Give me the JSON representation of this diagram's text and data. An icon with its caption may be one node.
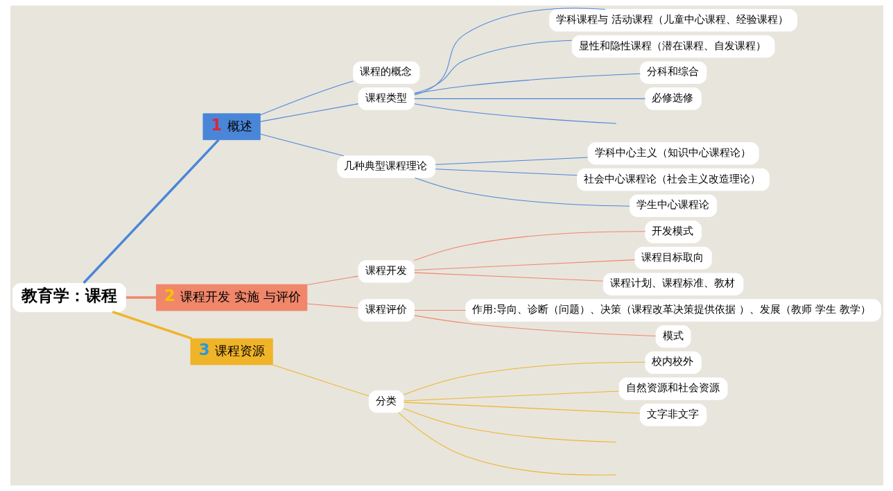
{
  "diagram": {
    "nodes": [
      {
        "text": [
          "教育学：课程"
        ]
      },
      {
        "text": [
          "1",
          "概述"
        ]
      },
      {
        "text": [
          "课程的概念"
        ]
      },
      {
        "text": [
          "课程类型"
        ]
      },
      {
        "text": [
          "学科课程与 活动课程（儿童中心课程、经验课程）"
        ]
      },
      {
        "text": [
          "显性和隐性课程（潜在课程、自发课程）"
        ]
      },
      {
        "text": [
          "分科和综合"
        ]
      },
      {
        "text": [
          "必修选修"
        ]
      },
      {
        "text": [
          "几种典型课程理论"
        ]
      },
      {
        "text": [
          "学科中心主义（知识中心课程论）"
        ]
      },
      {
        "text": [
          "社会中心课程论（社会主义改造理论）"
        ]
      },
      {
        "text": [
          "学生中心课程论"
        ]
      },
      {
        "text": [
          "2",
          "课程开发 实施 与评价"
        ]
      },
      {
        "text": [
          "课程开发"
        ]
      },
      {
        "text": [
          "开发模式"
        ]
      },
      {
        "text": [
          "课程目标取向"
        ]
      },
      {
        "text": [
          "课程计划、课程标准、教材"
        ]
      },
      {
        "text": [
          "课程评价"
        ]
      },
      {
        "text": [
          "作用:导向、诊断（问题）、决策（课程改革决策提供依据 ）、发展（教师 学生 教学）"
        ]
      },
      {
        "text": [
          "模式"
        ]
      },
      {
        "text": [
          "3",
          "课程资源"
        ]
      },
      {
        "text": [
          "分类"
        ]
      },
      {
        "text": [
          "校内校外"
        ]
      },
      {
        "text": [
          "自然资源和社会资源"
        ]
      },
      {
        "text": [
          "文字非文字"
        ]
      }
    ],
    "edges": [
      {
        "from": 0,
        "to": 1,
        "arrow": "none",
        "style": "thick",
        "color": "#4a86d8"
      },
      {
        "from": 1,
        "to": 2,
        "arrow": "none",
        "color": "#4a86d8"
      },
      {
        "from": 1,
        "to": 3,
        "arrow": "none",
        "color": "#4a86d8"
      },
      {
        "from": 3,
        "to": 4,
        "arrow": "none",
        "color": "#4a86d8"
      },
      {
        "from": 3,
        "to": 5,
        "arrow": "none",
        "color": "#4a86d8"
      },
      {
        "from": 3,
        "to": 6,
        "arrow": "none",
        "color": "#4a86d8"
      },
      {
        "from": 3,
        "to": 7,
        "arrow": "none",
        "color": "#4a86d8"
      },
      {
        "from": 3,
        "to": null,
        "arrow": "none",
        "color": "#4a86d8"
      },
      {
        "from": 1,
        "to": 8,
        "arrow": "none",
        "color": "#4a86d8"
      },
      {
        "from": 8,
        "to": 9,
        "arrow": "none",
        "color": "#4a86d8"
      },
      {
        "from": 8,
        "to": 10,
        "arrow": "none",
        "color": "#4a86d8"
      },
      {
        "from": 8,
        "to": 11,
        "arrow": "none",
        "color": "#4a86d8"
      },
      {
        "from": 0,
        "to": 12,
        "arrow": "none",
        "style": "thick",
        "color": "#f0866a"
      },
      {
        "from": 12,
        "to": 13,
        "arrow": "none",
        "color": "#f0866a"
      },
      {
        "from": 13,
        "to": 14,
        "arrow": "none",
        "color": "#f0866a"
      },
      {
        "from": 13,
        "to": 15,
        "arrow": "none",
        "color": "#f0866a"
      },
      {
        "from": 13,
        "to": 16,
        "arrow": "none",
        "color": "#f0866a"
      },
      {
        "from": 12,
        "to": 17,
        "arrow": "none",
        "color": "#f0866a"
      },
      {
        "from": 17,
        "to": 18,
        "arrow": "none",
        "color": "#f0866a"
      },
      {
        "from": 17,
        "to": 19,
        "arrow": "none",
        "color": "#f0866a"
      },
      {
        "from": 0,
        "to": 20,
        "arrow": "none",
        "style": "thick",
        "color": "#f0b429"
      },
      {
        "from": 20,
        "to": 21,
        "arrow": "none",
        "color": "#f0b429"
      },
      {
        "from": 21,
        "to": 22,
        "arrow": "none",
        "color": "#f0b429"
      },
      {
        "from": 21,
        "to": 23,
        "arrow": "none",
        "color": "#f0b429"
      },
      {
        "from": 21,
        "to": 24,
        "arrow": "none",
        "color": "#f0b429"
      },
      {
        "from": 21,
        "to": null,
        "arrow": "none",
        "color": "#f0b429"
      },
      {
        "from": 21,
        "to": null,
        "arrow": "none",
        "color": "#f0b429"
      }
    ]
  }
}
